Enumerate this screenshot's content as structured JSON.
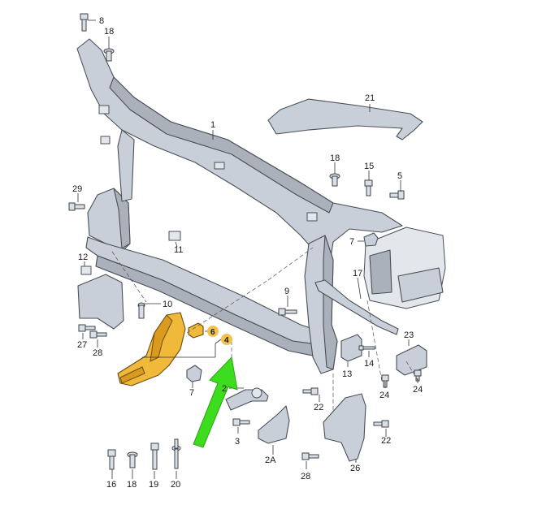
{
  "diagram": {
    "labels": {
      "p1": "1",
      "p2": "2",
      "p2a": "2A",
      "p3": "3",
      "p4": "4",
      "p5": "5",
      "p6": "6",
      "p7a": "7",
      "p7b": "7",
      "p8": "8",
      "p9": "9",
      "p10": "10",
      "p11": "11",
      "p12": "12",
      "p13": "13",
      "p14": "14",
      "p15": "15",
      "p16": "16",
      "p17": "17",
      "p18a": "18",
      "p18b": "18",
      "p18c": "18",
      "p19": "19",
      "p20": "20",
      "p21": "21",
      "p22a": "22",
      "p22b": "22",
      "p23": "23",
      "p24a": "24",
      "p24b": "24",
      "p26": "26",
      "p27": "27",
      "p28a": "28",
      "p28b": "28",
      "p29": "29"
    },
    "highlighted_labels": [
      "4",
      "6"
    ],
    "colors": {
      "highlight_part": "#f0b93a",
      "highlight_badge": "#f2c14e",
      "arrow": "#3ddc1f",
      "metal": "#c9cfd8"
    }
  }
}
